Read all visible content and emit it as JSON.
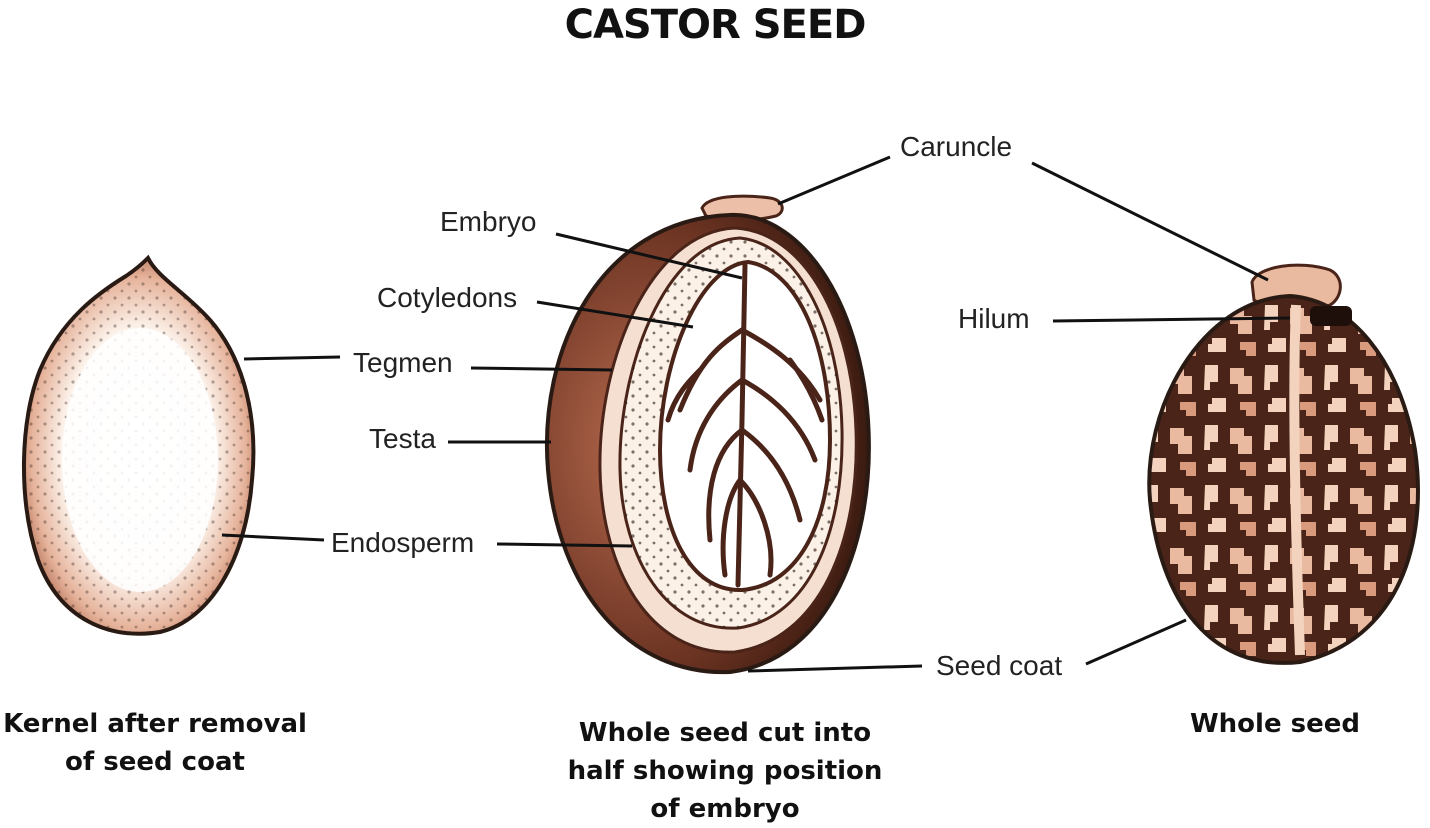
{
  "title": "CASTOR SEED",
  "labels": {
    "caruncle": "Caruncle",
    "embryo": "Embryo",
    "cotyledons": "Cotyledons",
    "tegmen": "Tegmen",
    "testa": "Testa",
    "endosperm": "Endosperm",
    "hilum": "Hilum",
    "seed_coat": "Seed coat"
  },
  "captions": {
    "kernel": [
      "Kernel after removal",
      "of seed coat"
    ],
    "cut_seed": [
      "Whole seed cut into",
      "half showing position",
      "of embryo"
    ],
    "whole_seed": [
      "Whole seed"
    ]
  },
  "colors": {
    "dark_brown": "#4a2418",
    "mid_brown": "#7a3f2a",
    "light_tan": "#e9b9a0",
    "cream": "#fbf1e6",
    "outline": "#2a1a14"
  }
}
